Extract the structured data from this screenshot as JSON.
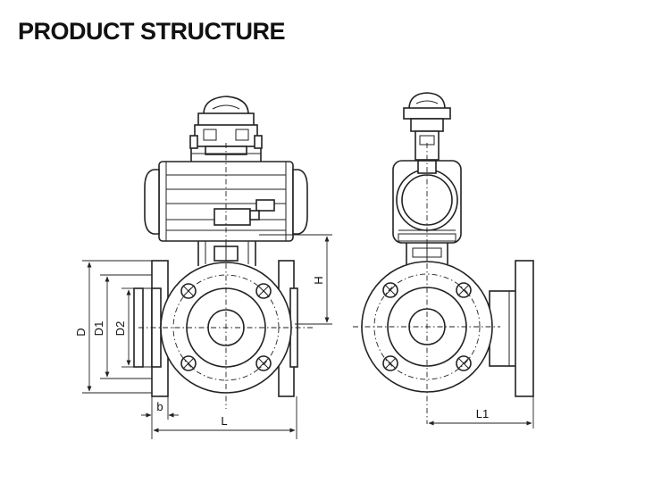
{
  "header": {
    "title": "PRODUCT STRUCTURE"
  },
  "dimensions": {
    "D": "D",
    "D1": "D1",
    "D2": "D2",
    "H": "H",
    "b": "b",
    "L": "L",
    "L1": "L1"
  }
}
